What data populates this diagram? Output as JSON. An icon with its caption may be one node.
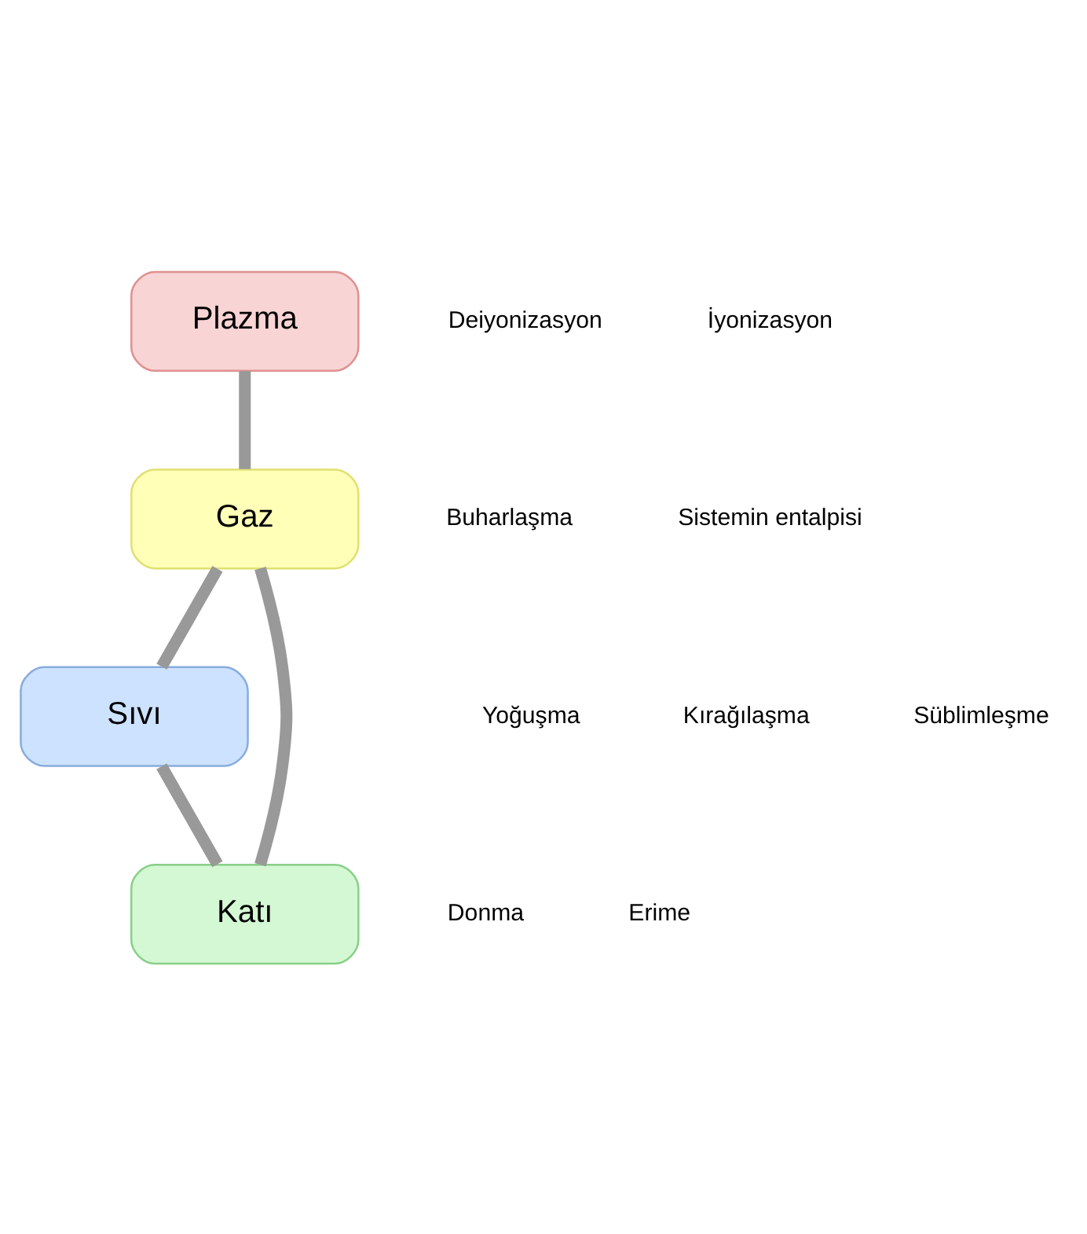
{
  "diagram": {
    "nodes": [
      {
        "text": [
          "Plazma"
        ]
      },
      {
        "text": [
          "Gaz"
        ]
      },
      {
        "text": [
          "Sıvı"
        ]
      },
      {
        "text": [
          "Katı"
        ]
      }
    ],
    "edges": [
      {
        "from": 0,
        "to": 1,
        "arrow": "none"
      },
      {
        "from": 1,
        "to": 2,
        "arrow": "none"
      },
      {
        "from": 1,
        "to": 3,
        "arrow": "none"
      },
      {
        "from": 2,
        "to": 3,
        "arrow": "none"
      }
    ],
    "labels": [
      "Deiyonizasyon",
      "İyonizasyon",
      "Buharlaşma",
      "Yoğuşma",
      "Kırağılaşma",
      "Süblimleşme",
      "Donma",
      "Erime",
      "Sistemin entalpisi"
    ]
  }
}
